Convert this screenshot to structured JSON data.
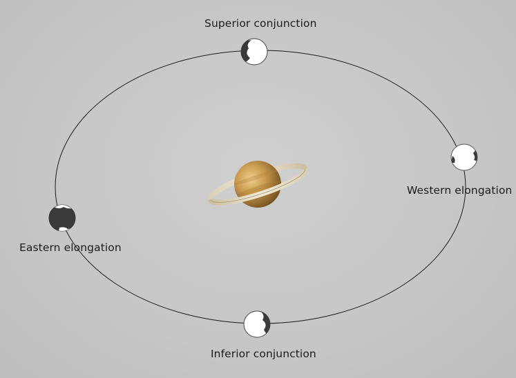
{
  "labels": {
    "superior": "Superior conjunction",
    "western": "Western elongation",
    "eastern": "Eastern elongation",
    "inferior": "Inferior conjunction"
  },
  "colors": {
    "background": "#c8c8c8",
    "orbit": "#1a1a1a",
    "moon_lit": "#ffffff",
    "moon_dark": "#3a3a3a",
    "planet_body": "#c89a4e",
    "planet_ring": "#e6dcc4"
  }
}
